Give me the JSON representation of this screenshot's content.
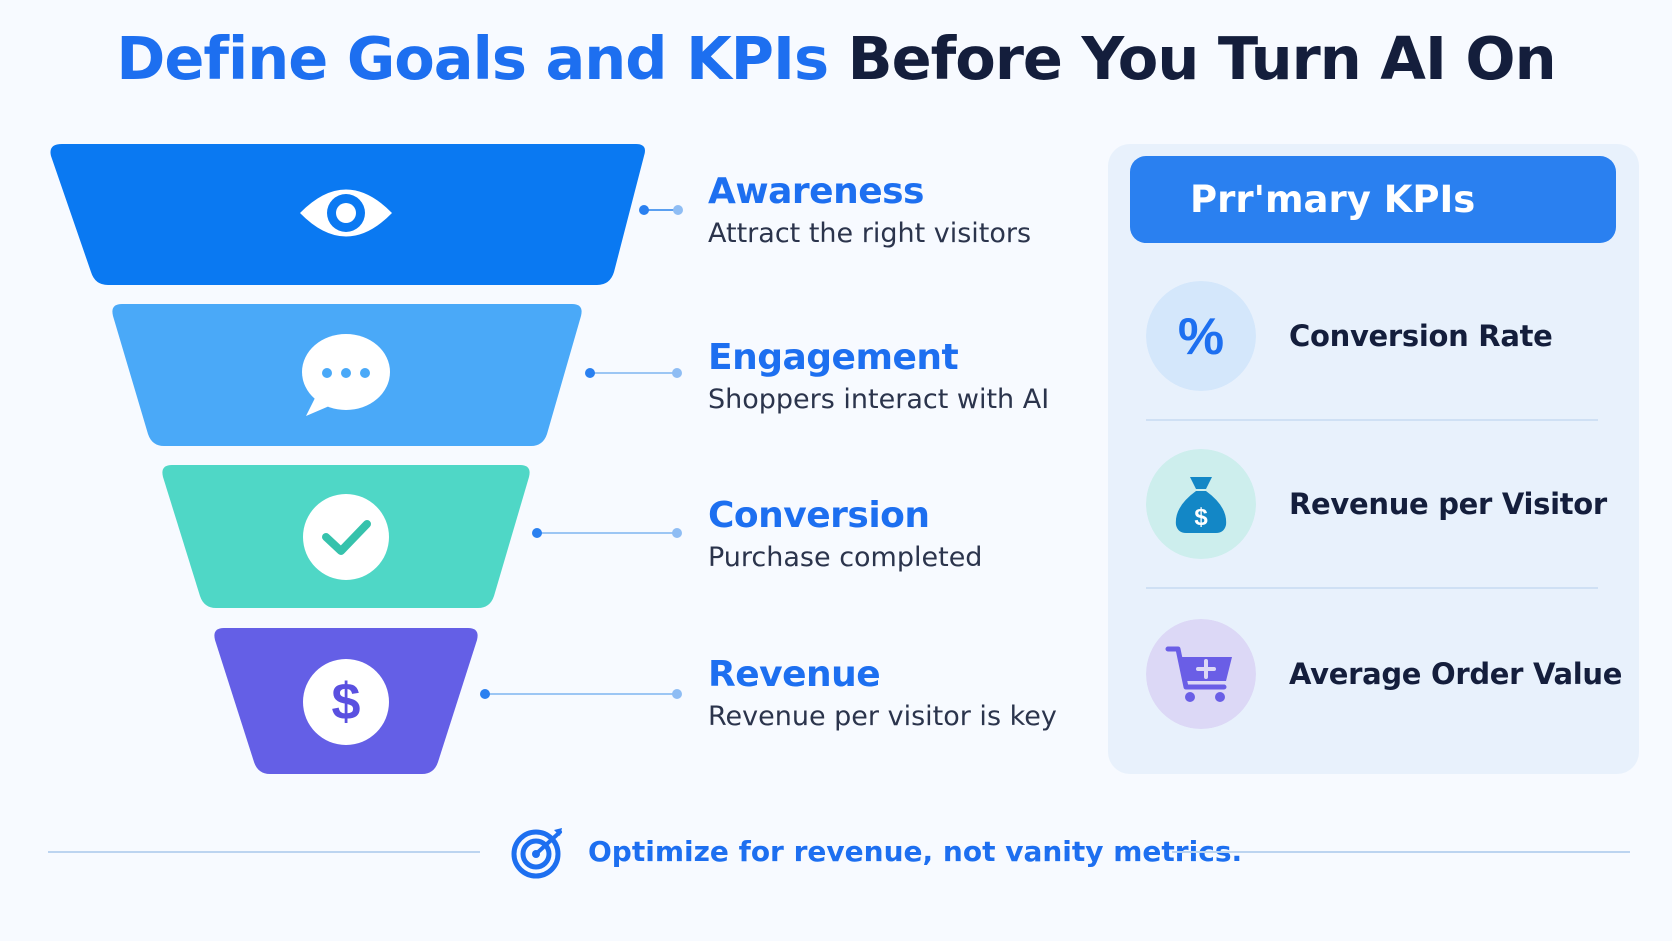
{
  "title": {
    "accent": "Define Goals and KPIs",
    "rest": " Before You Turn AI On"
  },
  "funnel": {
    "stages": [
      {
        "title": "Awareness",
        "description": "Attract the right visitors",
        "icon": "eye-icon",
        "color": "#0a79f2"
      },
      {
        "title": "Engagement",
        "description": "Shoppers interact with AI",
        "icon": "chat-bubble-icon",
        "color": "#4aa9f8"
      },
      {
        "title": "Conversion",
        "description": "Purchase completed",
        "icon": "checkmark-icon",
        "color": "#4fd7c6"
      },
      {
        "title": "Revenue",
        "description": "Revenue per visitor is key",
        "icon": "dollar-icon",
        "color": "#645fe6"
      }
    ]
  },
  "kpis": {
    "header": "Prr'mary KPIs",
    "items": [
      {
        "label": "Conversion Rate",
        "icon": "percent-icon",
        "bg": "#d4e7fb",
        "fg": "#1d6ff0"
      },
      {
        "label": "Revenue per Visitor",
        "icon": "money-bag-icon",
        "bg": "#cdeeed",
        "fg": "#1387c6"
      },
      {
        "label": "Average Order Value",
        "icon": "shopping-cart-icon",
        "bg": "#dcd8f6",
        "fg": "#6a5ee6"
      }
    ]
  },
  "footer": {
    "text": "Optimize for revenue, not vanity metrics.",
    "icon": "target-icon"
  }
}
